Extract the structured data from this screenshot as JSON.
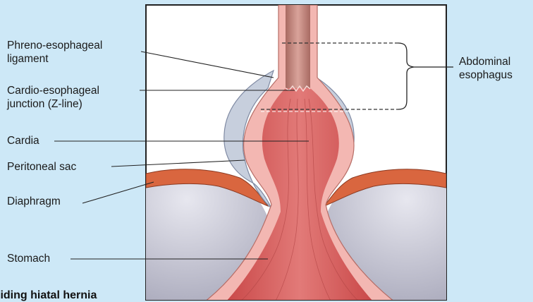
{
  "figure": {
    "labels": {
      "phreno_line1": "Phreno-esophageal",
      "phreno_line2": "ligament",
      "cardio_line1": "Cardio-esophageal",
      "cardio_line2": "junction (Z-line)",
      "cardia": "Cardia",
      "peritoneal_sac": "Peritoneal sac",
      "diaphragm": "Diaphragm",
      "stomach": "Stomach",
      "abdominal_line1": "Abdominal",
      "abdominal_line2": "esophagus"
    },
    "caption": "liding hiatal hernia"
  },
  "colors": {
    "background": "#cde8f7",
    "panel": "#ffffff",
    "stomach_wall": "#f3b7b2",
    "mucosa": "#d95f5f",
    "diaphragm_tissue": "#c9c9d6",
    "diaphragm_muscle": "#d9663f",
    "peritoneal_sac": "#aeb9cc"
  }
}
